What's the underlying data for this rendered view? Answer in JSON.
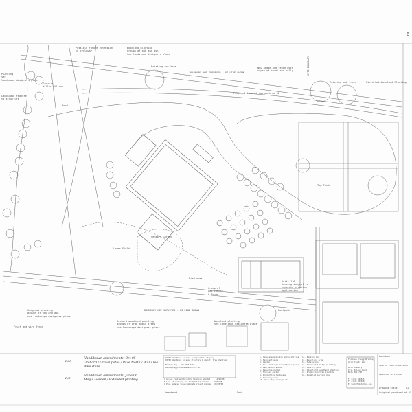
{
  "drawing": {
    "labels": {
      "cycleway": "Possible future extension\nto cycleway",
      "woodland_top": "Woodland planting\ngroups of oak and ash.\nSee landscape designers plans",
      "existing_oak": "Existing oak tree",
      "boundary_top": "BOUNDARY NOT SURVEYED - OS LINE SHOWN",
      "hedge": "New hedge and fence with\ncopse of hazel and holly",
      "footpath": "Proposed line of footpath no 12",
      "existing_oaks": "Existing oak trees",
      "field_gate": "Field Gate",
      "woodland_right": "Woodland Planting",
      "left_planting": "Planting\nsee\nlandscape designers plans",
      "left_feature": "Landscape feature\nto structure",
      "group_willows": "Group of\nWillow Willows",
      "pond": "Pond",
      "top_field": "Top Field",
      "lower_field": "Lower Field",
      "sensory_garden": "Sensory Garden",
      "bird_area": "Bird area",
      "group_trees": "Group of\nOak Cherry\n& Rowan",
      "orchard_planting": "Orchard woodland planting\ngroups of crab apple trees\nsee landscape designers plans",
      "woodland_bottom": "Woodland planting\nsee landscape designers plans",
      "boundary_bottom": "BOUNDARY NOT SURVEYED - OS LINE SHOWN",
      "fruit_wire": "Fruit and wire fence",
      "hedgerow": "Hedgerow planting\ngroups of oak and ash\nsee landscape designers plans",
      "footpath_bottom": "Footpath",
      "site_boundary": "SITE BOUNDARY",
      "unit_note": "Units 1-6\nHousing subject to\nseparate planning\napplication"
    }
  },
  "revisions": {
    "hand_1_code": "R/H",
    "hand_1": "Handdrawn amendments  Oct 05\nOrchard / Gravel paths / Pave North / Bull Area\nBike store",
    "hand_2_code": "R/G",
    "hand_2": "Handdrawn amendments  June 06\nMagic Garden / Extended planting",
    "box_text": "02/08 Amendment to show road/position of play\n03/08 Amendment to show structure & amenity tree planting\n\nBethany Hay - 020 7263 3301\nbethanyhay@landscapedesign.co.uk",
    "rev_lines": "C Access road and building location amended     14/04/08\nB Line of cycleway and footpath 12 amended    26/03/08\nA Plan updated to accommodate client changes   09/03/08",
    "amendment_label": "Amendment",
    "date_label": "Date"
  },
  "notes": {
    "col1": "1- Gate assembly/bin and utilities\n2- Main entrance\n3- Garden\n4- See landscape consultants plans\n5- Recreation space\n6- Resource garden\n7- Tractor garden\n8- Productive landscape\n9- Delivery area\n10- Used ship storage etc",
    "col2": "11- Parking bay\n12- Recycling area\n13- Substation\n14- Ornamental hedge planting\n15- Service yard\n16- Structural woodland planting\n17- Production tree planting\n18- Disabled parking bay"
  },
  "title_block": {
    "architect": "Feilden Clegg Bradley\nArchitects LLP",
    "address": "Bath Brewery\nToll Bridge Road\nBath BA1 7DE",
    "contact": "T  01225 852545\nF  01225 852528\nE  bath@fcbstudios.com",
    "amendment_label": "Amendment",
    "project": "HEALTHY FARM PERMISSION",
    "drawing_title": "PROPOSED SITE PLAN",
    "scale_label": "Drawing scale",
    "paper": "Original produced at A1",
    "size": "A1",
    "corner_mark": "6"
  }
}
